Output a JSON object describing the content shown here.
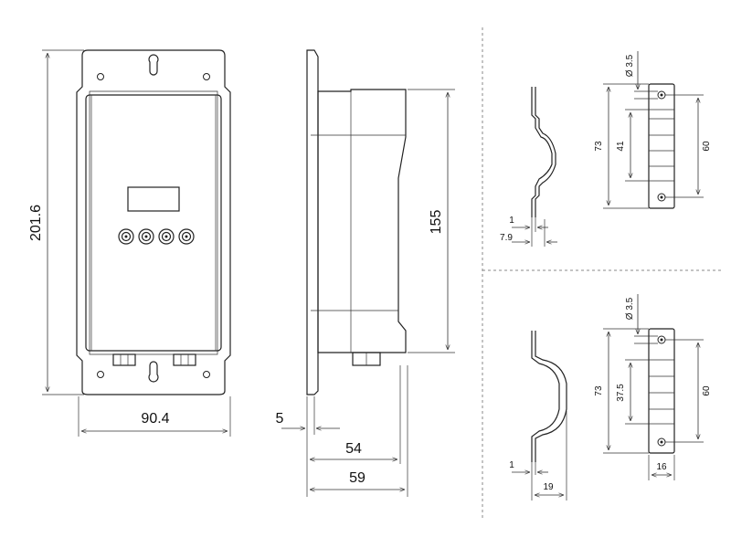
{
  "dimensions": {
    "front_height": "201.6",
    "front_width": "90.4",
    "side_height": "155",
    "side_flange": "5",
    "side_depth": "54",
    "side_total": "59",
    "clip_top_thickness": "1",
    "clip_top_depth": "7.9",
    "clip_top_hole": "Ø 3.5",
    "clip_top_length": "73",
    "clip_top_inner": "41",
    "clip_top_pitch": "60",
    "clip_bottom_thickness": "1",
    "clip_bottom_depth": "19",
    "clip_bottom_hole": "Ø 3.5",
    "clip_bottom_length": "73",
    "clip_bottom_inner": "37.5",
    "clip_bottom_pitch": "60",
    "clip_bottom_width": "16"
  }
}
